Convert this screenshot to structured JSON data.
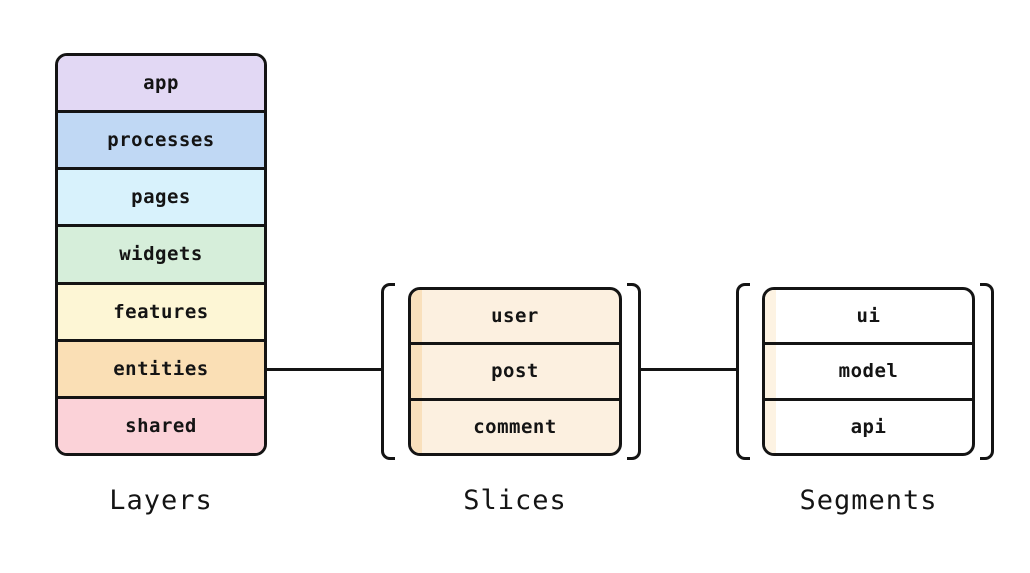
{
  "diagram": {
    "layers": {
      "caption": "Layers",
      "items": [
        {
          "label": "app",
          "color": "#e2d8f4"
        },
        {
          "label": "processes",
          "color": "#c0d8f4"
        },
        {
          "label": "pages",
          "color": "#d8f2fc"
        },
        {
          "label": "widgets",
          "color": "#d6eeda"
        },
        {
          "label": "features",
          "color": "#fdf6d5"
        },
        {
          "label": "entities",
          "color": "#fadfb5"
        },
        {
          "label": "shared",
          "color": "#fbd2d8"
        }
      ]
    },
    "slices": {
      "caption": "Slices",
      "fill": "#fcf0e0",
      "stripe": "#f9e0bc",
      "items": [
        {
          "label": "user"
        },
        {
          "label": "post"
        },
        {
          "label": "comment"
        }
      ]
    },
    "segments": {
      "caption": "Segments",
      "fill": "#ffffff",
      "stripe": "#fdf3e3",
      "items": [
        {
          "label": "ui"
        },
        {
          "label": "model"
        },
        {
          "label": "api"
        }
      ]
    },
    "line_color": "#141414"
  }
}
